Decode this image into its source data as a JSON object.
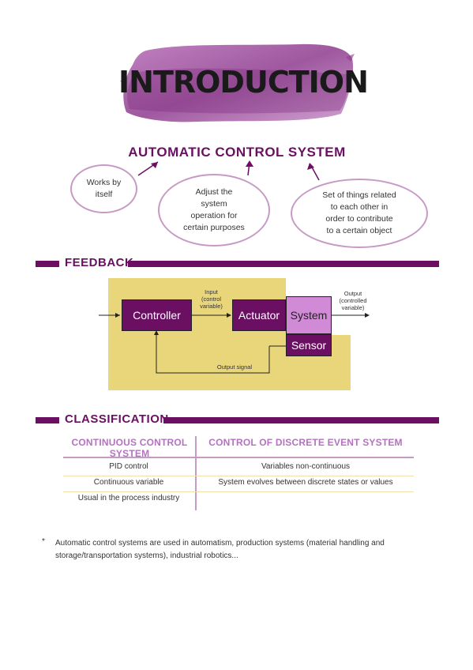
{
  "title": "INTRODUCTION",
  "acs": {
    "heading": "AUTOMATIC CONTROL SYSTEM",
    "bubbles": [
      {
        "text": "Works by\nitself"
      },
      {
        "text": "Adjust the\nsystem\noperation for\ncertain purposes"
      },
      {
        "text": "Set of things related\nto each other in\norder to  contribute\nto a certain object"
      }
    ]
  },
  "feedback": {
    "section_title": "FEEDBACK",
    "blocks": {
      "controller": "Controller",
      "actuator": "Actuator",
      "system": "System",
      "sensor": "Sensor"
    },
    "labels": {
      "input": "Input\n(control\nvariable)",
      "output": "Output\n(controlled\nvariable)",
      "output_signal": "Output signal"
    },
    "colors": {
      "block_dark": "#6b0f63",
      "block_light": "#d18ad6",
      "background": "#ead67a"
    }
  },
  "classification": {
    "section_title": "CLASSIFICATION",
    "columns": [
      "CONTINUOUS CONTROL SYSTEM",
      "CONTROL OF DISCRETE EVENT SYSTEM"
    ],
    "rows": [
      [
        "PID control",
        "Variables non-continuous"
      ],
      [
        "Continuous variable",
        "System evolves between discrete states or values"
      ],
      [
        "Usual in the process industry",
        ""
      ]
    ]
  },
  "note": {
    "marker": "*",
    "text": "Automatic control systems are used in automatism, production systems (material handling and storage/transportation systems), industrial robotics..."
  },
  "colors": {
    "accent": "#6b0f63",
    "accent_light": "#c79ac6"
  }
}
